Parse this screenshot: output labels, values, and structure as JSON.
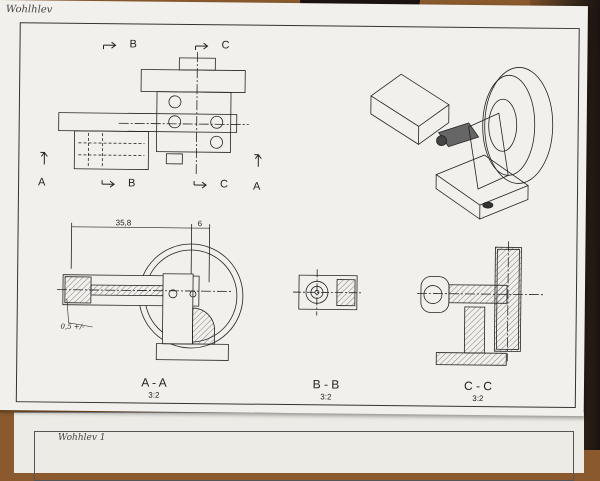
{
  "sheet": {
    "header_note": "Wohlhlev",
    "next_sheet_note": "Wohhlev 1"
  },
  "section_marks": {
    "b": "B",
    "c": "C",
    "a": "A"
  },
  "dimensions": {
    "length": "35,8",
    "offset": "6",
    "note": "0,5 +/-"
  },
  "views": [
    {
      "title": "A - A",
      "scale": "3:2"
    },
    {
      "title": "B - B",
      "scale": "3:2"
    },
    {
      "title": "C - C",
      "scale": "3:2"
    }
  ]
}
